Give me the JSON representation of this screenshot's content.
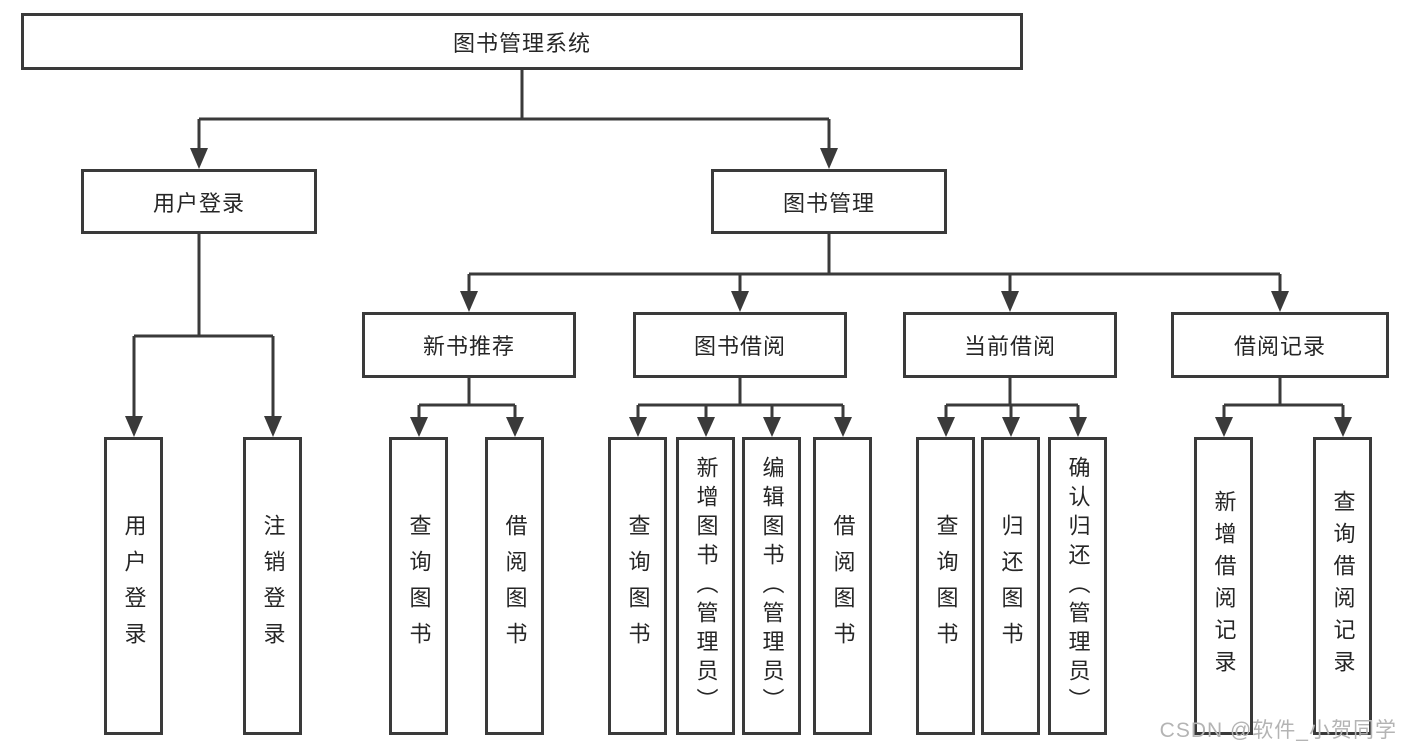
{
  "diagram": {
    "root": "图书管理系统",
    "level2": [
      "用户登录",
      "图书管理"
    ],
    "level3": [
      "新书推荐",
      "图书借阅",
      "当前借阅",
      "借阅记录"
    ],
    "leaves": {
      "user_login": [
        "用户登录",
        "注销登录"
      ],
      "new_book_recommend": [
        "查询图书",
        "借阅图书"
      ],
      "book_borrowing": [
        "查询图书",
        "新增图书（管理员）",
        "编辑图书（管理员）",
        "借阅图书"
      ],
      "current_borrowing": [
        "查询图书",
        "归还图书",
        "确认归还（管理员）"
      ],
      "borrowing_records": [
        "新增借阅记录",
        "查询借阅记录"
      ]
    }
  },
  "watermark": {
    "text": "CSDN @软件_小贺同学"
  },
  "colors": {
    "line": "#3a3a3a",
    "text": "#262626",
    "watermark": "#b4b4b4",
    "background": "#ffffff"
  }
}
